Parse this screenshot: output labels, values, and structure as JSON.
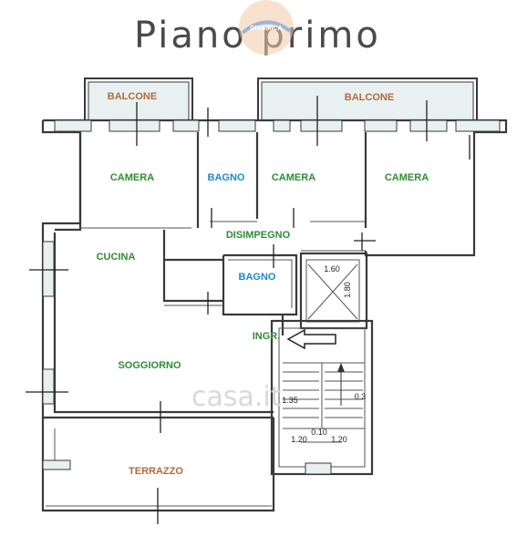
{
  "title": "Piano primo",
  "watermark": "casa.it",
  "logo_text": "DINAMICA",
  "rooms": {
    "balcone_left": "BALCONE",
    "balcone_right": "BALCONE",
    "camera_1": "CAMERA",
    "bagno_1": "BAGNO",
    "camera_2": "CAMERA",
    "camera_3": "CAMERA",
    "disimpegno": "DISIMPEGNO",
    "cucina": "CUCINA",
    "bagno_2": "BAGNO",
    "ingresso": "INGR.",
    "soggiorno": "SOGGIORNO",
    "terrazzo": "TERRAZZO"
  },
  "dimensions": {
    "lift_width": "1.60",
    "lift_depth": "1.80",
    "stair_left": "1.20",
    "stair_gap": "0.10",
    "stair_right": "1.20",
    "landing_left": "1.35",
    "landing_right": "0.3"
  },
  "colors": {
    "green_label": "#2e8b35",
    "blue_label": "#1e88c8",
    "brown_label": "#b06a3b",
    "wall": "#3a3a3a",
    "window_fill": "#e9f0f1"
  }
}
